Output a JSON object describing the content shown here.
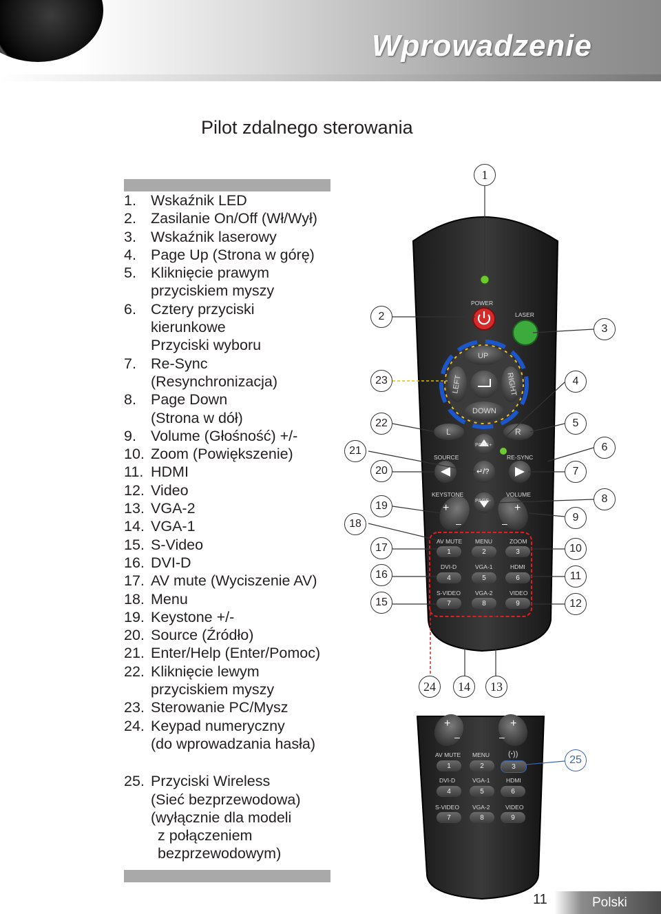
{
  "header": {
    "title": "Wprowadzenie"
  },
  "section": {
    "subtitle": "Pilot zdalnego sterowania"
  },
  "items": [
    {
      "num": "1.",
      "lines": [
        "Wskaźnik LED"
      ]
    },
    {
      "num": "2.",
      "lines": [
        "Zasilanie On/Off (Wł/Wył)"
      ]
    },
    {
      "num": "3.",
      "lines": [
        "Wskaźnik laserowy"
      ]
    },
    {
      "num": "4.",
      "lines": [
        "Page Up (Strona  w górę)"
      ]
    },
    {
      "num": "5.",
      "lines": [
        "Kliknięcie prawym",
        "przyciskiem myszy"
      ]
    },
    {
      "num": "6.",
      "lines": [
        "Cztery przyciski",
        "kierunkowe",
        "Przyciski wyboru"
      ]
    },
    {
      "num": "7.",
      "lines": [
        "Re-Sync",
        "(Resynchronizacja)"
      ]
    },
    {
      "num": "8.",
      "lines": [
        "Page Down",
        "(Strona w dół)"
      ]
    },
    {
      "num": "9.",
      "lines": [
        "Volume (Głośność) +/-"
      ]
    },
    {
      "num": "10.",
      "lines": [
        "Zoom (Powiększenie)"
      ]
    },
    {
      "num": "11.",
      "lines": [
        "HDMI"
      ]
    },
    {
      "num": "12.",
      "lines": [
        "Video"
      ]
    },
    {
      "num": "13.",
      "lines": [
        "VGA-2"
      ]
    },
    {
      "num": "14.",
      "lines": [
        "VGA-1"
      ]
    },
    {
      "num": "15.",
      "lines": [
        "S-Video"
      ]
    },
    {
      "num": "16.",
      "lines": [
        "DVI-D"
      ]
    },
    {
      "num": "17.",
      "lines": [
        "AV mute (Wyciszenie AV)"
      ]
    },
    {
      "num": "18.",
      "lines": [
        "Menu"
      ]
    },
    {
      "num": "19.",
      "lines": [
        "Keystone +/-"
      ]
    },
    {
      "num": "20.",
      "lines": [
        "Source (Źródło)"
      ]
    },
    {
      "num": "21.",
      "lines": [
        "Enter/Help (Enter/Pomoc)"
      ]
    },
    {
      "num": "22.",
      "lines": [
        "Kliknięcie lewym",
        "przyciskiem myszy"
      ]
    },
    {
      "num": "23.",
      "lines": [
        "Sterowanie PC/Mysz"
      ]
    },
    {
      "num": "24.",
      "lines": [
        "Keypad numeryczny",
        "(do wprowadzania hasła)"
      ]
    },
    {
      "num": "25.",
      "lines": [
        "Przyciski Wireless",
        "(Sieć bezprzewodowa)",
        "(wyłącznie dla modeli",
        " z połączeniem",
        " bezprzewodowym)"
      ]
    }
  ],
  "remote": {
    "labels": {
      "power": "POWER",
      "laser": "LASER",
      "up": "UP",
      "down": "DOWN",
      "left": "LEFT",
      "right": "RIGHT",
      "l": "L",
      "r": "R",
      "page_up": "PAGE+",
      "page_down": "PAGE-",
      "source": "SOURCE",
      "resync": "RE-SYNC",
      "enter": "↵/?",
      "keystone": "KEYSTONE",
      "volume": "VOLUME",
      "plus": "+",
      "minus": "–",
      "av_mute": "AV MUTE",
      "menu": "MENU",
      "zoom": "ZOOM",
      "dvi_d": "DVI-D",
      "vga1": "VGA-1",
      "hdmi": "HDMI",
      "s_video": "S-VIDEO",
      "vga2": "VGA-2",
      "video": "VIDEO"
    },
    "keys": [
      "1",
      "2",
      "3",
      "4",
      "5",
      "6",
      "7",
      "8",
      "9"
    ]
  },
  "callouts": {
    "c1": "1",
    "c2": "2",
    "c3": "3",
    "c4": "4",
    "c5": "5",
    "c6": "6",
    "c7": "7",
    "c8": "8",
    "c9": "9",
    "c10": "10",
    "c11": "11",
    "c12": "12",
    "c13": "13",
    "c14": "14",
    "c15": "15",
    "c16": "16",
    "c17": "17",
    "c18": "18",
    "c19": "19",
    "c20": "20",
    "c21": "21",
    "c22": "22",
    "c23": "23",
    "c24": "24",
    "c25": "25"
  },
  "footer": {
    "page": "11",
    "language": "Polski"
  }
}
